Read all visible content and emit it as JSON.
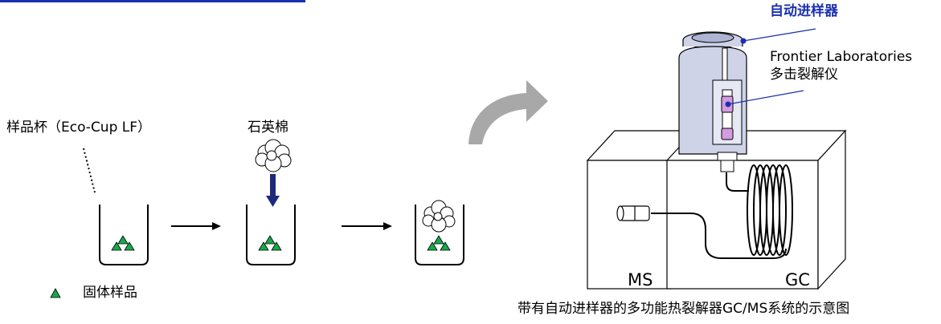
{
  "colors": {
    "accent_blue": "#1a2fb0",
    "arrow_navy": "#1f2a7a",
    "sample_green": "#17a84a",
    "autosampler_body": "#cfd3e8",
    "pyrolyzer_pink": "#d39be0",
    "arrow_gray": "#a8a8a8"
  },
  "labels": {
    "sample_cup": "样品杯（Eco-Cup LF）",
    "quartz_wool": "石英棉",
    "legend_solid_sample": "固体样品",
    "autosampler": "自动进样器",
    "pyrolyzer_line1": "Frontier Laboratories",
    "pyrolyzer_line2": "多击裂解仪",
    "ms": "MS",
    "gc": "GC",
    "caption": "带有自动进样器的多功能热裂解器GC/MS系统的示意图"
  }
}
